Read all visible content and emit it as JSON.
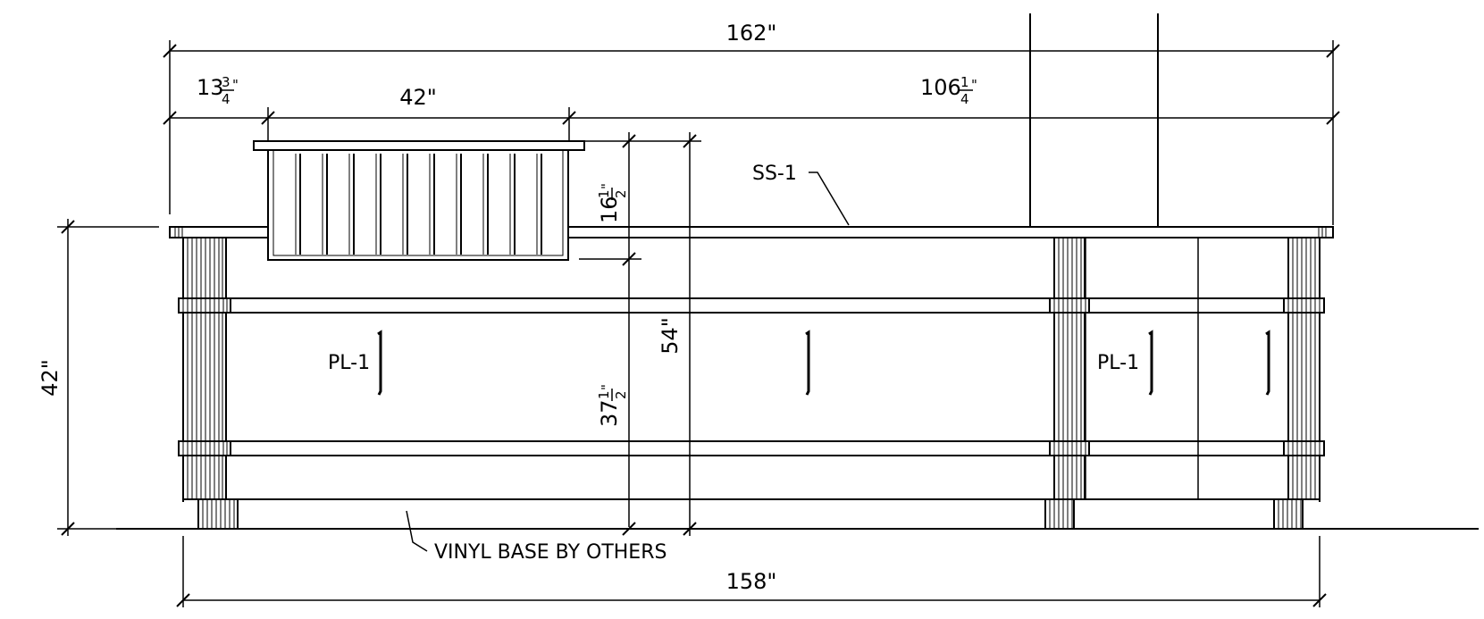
{
  "drawing": {
    "stroke_color": "#000000",
    "background": "#ffffff"
  },
  "dimensions": {
    "overall_top": "162\"",
    "left_offset_whole": "13",
    "left_offset_num": "3",
    "left_offset_den": "4",
    "planter_width": "42\"",
    "right_offset_whole": "106",
    "right_offset_num": "1",
    "right_offset_den": "4",
    "planter_height_whole": "16",
    "planter_height_num": "1",
    "planter_height_den": "2",
    "counter_height": "42\"",
    "inner_height_whole": "37",
    "inner_height_num": "1",
    "inner_height_den": "2",
    "overall_height": "54\"",
    "overall_bottom": "158\""
  },
  "notes": {
    "countertop": "SS-1",
    "panel_left": "PL-1",
    "panel_right": "PL-1",
    "base": "VINYL BASE BY OTHERS"
  }
}
